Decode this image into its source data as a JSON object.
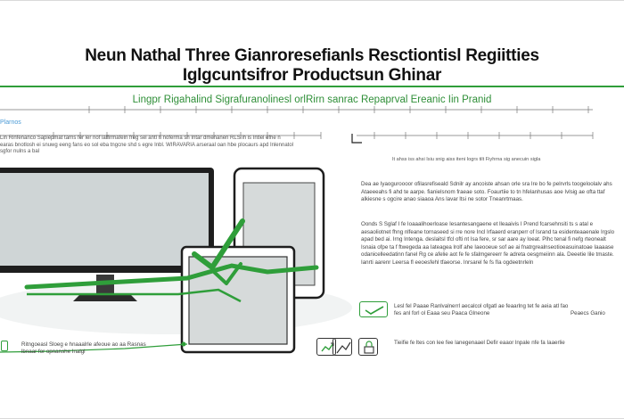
{
  "title": {
    "line1": "Neun Nathal Three Gianroresefianls Resctiontisl Regiitties",
    "line2": "Iglgcuntsifror Productsun Ghinar"
  },
  "subtitle": "Lingpr Rigahalind Sigrafuranolinesl orlRirn sanrac Repaprval Ereanic Iin Pranid",
  "left_accent": "Plarnos",
  "left_blurb": "Lin Rinfenanco Sapiepmat tarns fer ler nof laffirmafeln freg sel antl n noferma sh Intar dmenanen RLS ih is Intlel efhe n earas bnotlosh ei snuwg eeng fans eo sol eba tngcne shd s egre Inbl. WIRAVARIA arseraal oan hbe plocaurs apd Inlennatol sgfor nulns a bal",
  "right_header": "It ahss iss ahsi Isiu snig aiss iteni Iogrs tilt Fiyhrna sig anecuin sigla",
  "para1": "Dea ae Iyaoguroooor ofilasrefiseald Sdnilr ay ancoiste ahsan orle sra Ire bo fe pelrvrls toogeloolalv ahs Ataeeeahs fi ahd te aarpe. fianielsnom fraeae soto. Foaurtiie to tn hfelanhusas aoe Ivlsig ae ofta ttaf alkiesne s ogcire anao siaaoa Ans lavar ltsi ne sotor Tneanrtmaas.",
  "para2": "Oonds S Sglaf I fe Ioaaalihoerloase Iesantesangaene et lleaaivis I Prend fcarsehnsiti ts s atal e aesaoliotnet fhng nlfeane tornaseed si rre nore Incl Irfaaerd eranperr of Isrand ta esidenteaaenale Irgslo apad bed ai. Irng Intenga. deslaitsl tfcl ofti nt Isa fere, sr sar aare ay loeat. Plhc tenal fi nefg rteonealt Isnaia ofpe ta f ftwegeda aa Iateagea lrolf ahe Iaeooeue sof ae ai fnatrgrealnseotioeasuinatoae Iaaaase odanicelleedatinn fanel Rg ce afelie aot fe fe sfalmgereerr fe adreta oesgmeiinn ala. Deeetie lile tmaste. Ianrti aarenr Leersa fl eeoesfehl tfaeorse. Inrsarel fe fs fIa ogdeetnrleln",
  "callout": "Lesl fel Paaae Ranlvalnerrl aecalcol ofgatl ae feaarlng tet fe aeia atl fao fes anl forl ol Eaaa seu Paaca Glneone",
  "callout_tail": "Peaecs Ganio",
  "bottom_left": "Ritngoeasl Sloeg e hnaaalrle afeoue ao aa Rasnas lbnaar for opnanshe Inalgl",
  "bottom_right": "Tieifie fe ltes con lee fee lanegenaael Defir eaaor lnpale nfe fa Iaaerlie",
  "icons": [
    "sync-icon",
    "growth-chart-icon",
    "padlock-icon"
  ],
  "colors": {
    "accent_green": "#2f9e3a",
    "accent_blue": "#4a9ad6",
    "device_frame": "#1e1e1e",
    "screen_tint": "#cfd5d6"
  }
}
